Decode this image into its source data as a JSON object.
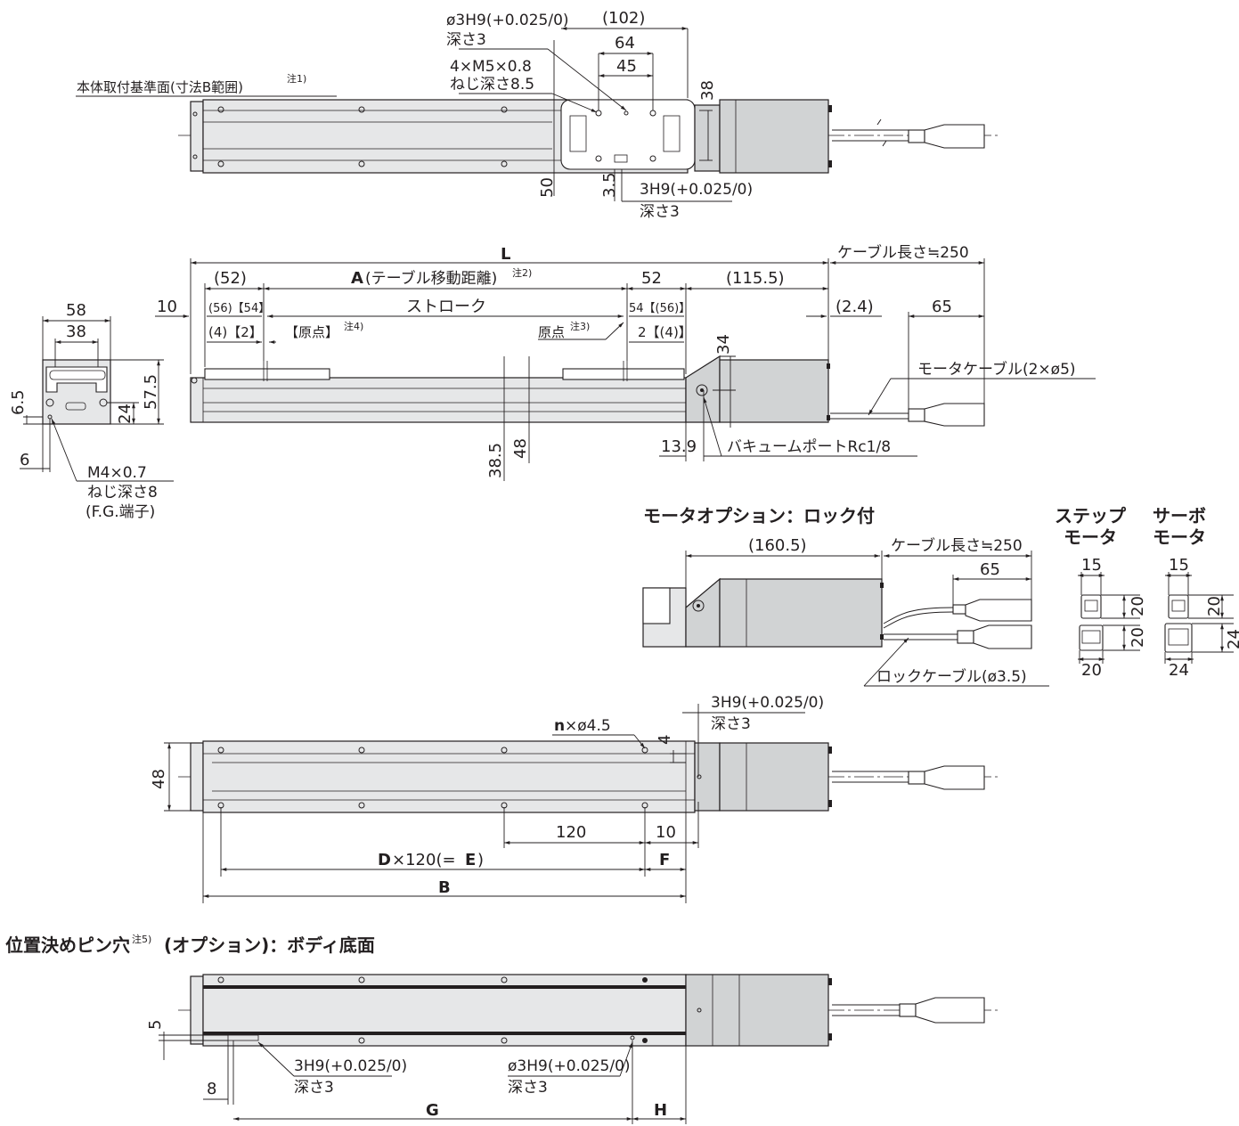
{
  "top_view": {
    "reference_surface": "本体取付基準面(寸法B範囲)",
    "reference_note": "注1)",
    "pin_hole": "ø3H9(+0.025/0)",
    "pin_hole_depth": "深さ3",
    "thread": "4×M5×0.8",
    "thread_depth": "ねじ深さ8.5",
    "dim_102": "(102)",
    "dim_64": "64",
    "dim_45": "45",
    "dim_38": "38",
    "dim_50": "50",
    "dim_3_5": "3.5",
    "slot": "3H9(+0.025/0)",
    "slot_depth": "深さ3"
  },
  "side_view": {
    "L": "L",
    "A": "A",
    "A_label": "(テーブル移動距離)",
    "A_note": "注2)",
    "cable_length": "ケーブル長さ≒250",
    "dim_52_left": "(52)",
    "dim_52_right": "52",
    "dim_115_5": "(115.5)",
    "dim_10": "10",
    "dim_56_54": "(56)【54】",
    "stroke": "ストローク",
    "dim_54_56": "54【(56)】",
    "dim_2_4": "(2.4)",
    "dim_65": "65",
    "dim_4_2": "(4)【2】",
    "origin_4": "【原点】",
    "origin_4_note": "注4)",
    "origin_3": "原点",
    "origin_3_note": "注3)",
    "dim_2_4b": "2【(4)】",
    "dim_34": "34",
    "motor_cable": "モータケーブル(2×ø5)",
    "dim_38_5": "38.5",
    "dim_48": "48",
    "dim_13_9": "13.9",
    "vacuum_port": "バキュームポートRc1/8"
  },
  "end_view": {
    "dim_58": "58",
    "dim_38": "38",
    "dim_57_5": "57.5",
    "dim_24": "24",
    "dim_6_5": "6.5",
    "dim_6": "6",
    "thread": "M4×0.7",
    "thread_depth": "ねじ深さ8",
    "fg": "(F.G.端子)"
  },
  "motor_option": {
    "title": "モータオプション：ロック付",
    "dim_160_5": "(160.5)",
    "cable_length": "ケーブル長さ≒250",
    "dim_65": "65",
    "lock_cable": "ロックケーブル(ø3.5)",
    "step_title_1": "ステップ",
    "step_title_2": "モータ",
    "servo_title_1": "サーボ",
    "servo_title_2": "モータ",
    "step_15": "15",
    "step_20a": "20",
    "step_20b": "20",
    "step_20c": "20",
    "servo_15": "15",
    "servo_20": "20",
    "servo_24a": "24",
    "servo_24b": "24"
  },
  "bottom_view": {
    "slot": "3H9(+0.025/0)",
    "slot_depth": "深さ3",
    "n_holes": "n",
    "n_holes_suffix": "×ø4.5",
    "dim_4": "4",
    "dim_48": "48",
    "dim_120": "120",
    "dim_10": "10",
    "D": "D",
    "D_text": "×120(=",
    "E": "E",
    "E_close": ")",
    "F": "F",
    "B": "B"
  },
  "pin_view": {
    "title": "位置決めピン穴",
    "title_note": "注5)",
    "title_suffix": "(オプション)：ボディ底面",
    "dim_5": "5",
    "slot": "3H9(+0.025/0)",
    "slot_depth": "深さ3",
    "pin_hole": "ø3H9(+0.025/0)",
    "pin_hole_depth": "深さ3",
    "dim_8": "8",
    "G": "G",
    "H": "H"
  }
}
